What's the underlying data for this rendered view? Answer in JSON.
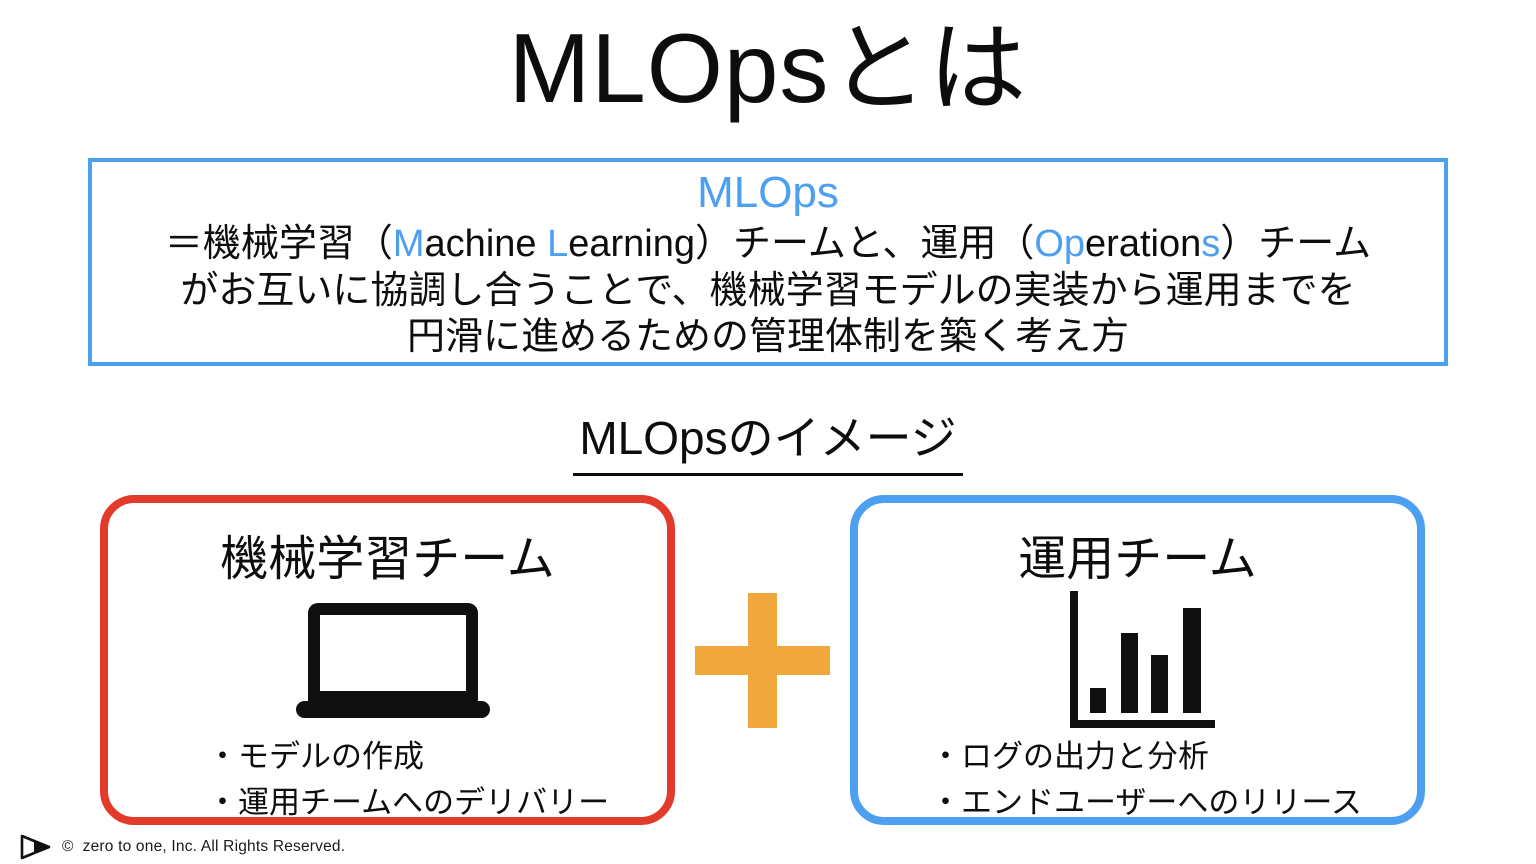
{
  "colors": {
    "blue": "#4D9FF2",
    "red": "#E23A2B",
    "orange": "#F0A83C",
    "black": "#0d0d0d"
  },
  "title": "MLOpsとは",
  "definition_box": {
    "heading": "MLOps",
    "lines": [
      [
        {
          "t": "＝機械学習（",
          "c": "black"
        },
        {
          "t": "M",
          "c": "blue"
        },
        {
          "t": "achine ",
          "c": "black"
        },
        {
          "t": "L",
          "c": "blue"
        },
        {
          "t": "earning）チームと、運用（",
          "c": "black"
        },
        {
          "t": "Op",
          "c": "blue"
        },
        {
          "t": "eration",
          "c": "black"
        },
        {
          "t": "s",
          "c": "blue"
        },
        {
          "t": "）チーム",
          "c": "black"
        }
      ],
      [
        {
          "t": "がお互いに協調し合うことで、機械学習モデルの実装から運用までを",
          "c": "black"
        }
      ],
      [
        {
          "t": "円滑に進めるための管理体制を築く考え方",
          "c": "black"
        }
      ]
    ]
  },
  "image_section": {
    "heading": "MLOpsのイメージ",
    "plus": "+",
    "ml_team": {
      "title": "機械学習チーム",
      "icon": "laptop-icon",
      "bullets": [
        "・モデルの作成",
        "・運用チームへのデリバリー"
      ]
    },
    "ops_team": {
      "title": "運用チーム",
      "icon": "bar-chart-icon",
      "bullets": [
        "・ログの出力と分析",
        "・エンドユーザーへのリリース"
      ]
    }
  },
  "footer": {
    "logo": "zero-to-one-logo",
    "copyright_symbol": "©",
    "text": "zero to one, Inc. All Rights Reserved."
  }
}
